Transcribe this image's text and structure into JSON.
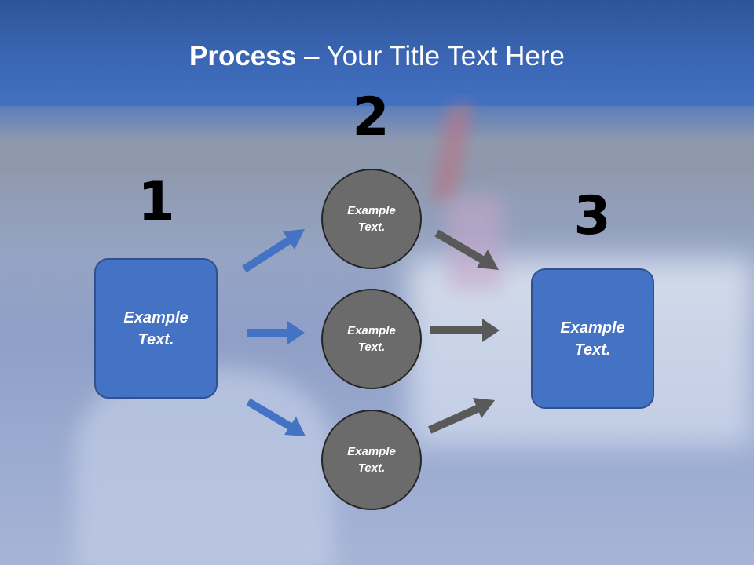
{
  "title": {
    "bold": "Process",
    "rest": " – Your Title Text Here"
  },
  "steps": {
    "one": "1",
    "two": "2",
    "three": "3"
  },
  "nodes": {
    "start": "Example Text.",
    "mid_top": "Example Text.",
    "mid_center": "Example Text.",
    "mid_bottom": "Example Text.",
    "end": "Example Text."
  },
  "colors": {
    "box_fill": "#4472c4",
    "circle_fill": "#6b6b6b",
    "left_arrows": "#4472c4",
    "right_arrows": "#595959",
    "header": "#3a66b4"
  }
}
